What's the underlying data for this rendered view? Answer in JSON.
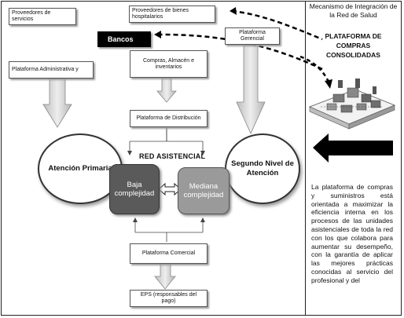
{
  "nodes": {
    "proveedores_servicios": "Proveedores de servicios",
    "proveedores_bienes": "Proveedores de bienes hospitalarios",
    "bancos": "Bancos",
    "plataforma_gerencial": "Plataforma Gerencial",
    "plataforma_administrativa": "Plataforma Administrativa y",
    "compras_almacen": "Compras, Almacén e inventarios",
    "plataforma_distribucion": "Plataforma de Distribución",
    "red_asistencial": "RED ASISTENCIAL",
    "atencion_primaria": "Atención Primaria",
    "segundo_nivel": "Segundo Nivel de Atención",
    "baja_complejidad": "Baja complejidad",
    "mediana_complejidad": "Mediana complejidad",
    "plataforma_comercial": "Plataforma Comercial",
    "eps": "EPS (responsables del pago)"
  },
  "sidebar": {
    "title": "Mecanismo de Integración de la Red de Salud",
    "subtitle": "PLATAFORMA DE COMPRAS CONSOLIDADAS",
    "description": "La plataforma de compras y suministros está orientada a maximizar la eficiencia interna en los procesos de las unidades asistenciales de toda la red con los que colabora para aumentar su desempeño, con la garantía de aplicar las mejores prácticas conocidas al servicio del profesional y del"
  },
  "colors": {
    "baja_fill": "#5a5a5a",
    "mediana_fill": "#9a9a9a",
    "arrow_fill": "#d4d4d4",
    "bancos_fill": "#000000",
    "big_arrow": "#000000"
  }
}
